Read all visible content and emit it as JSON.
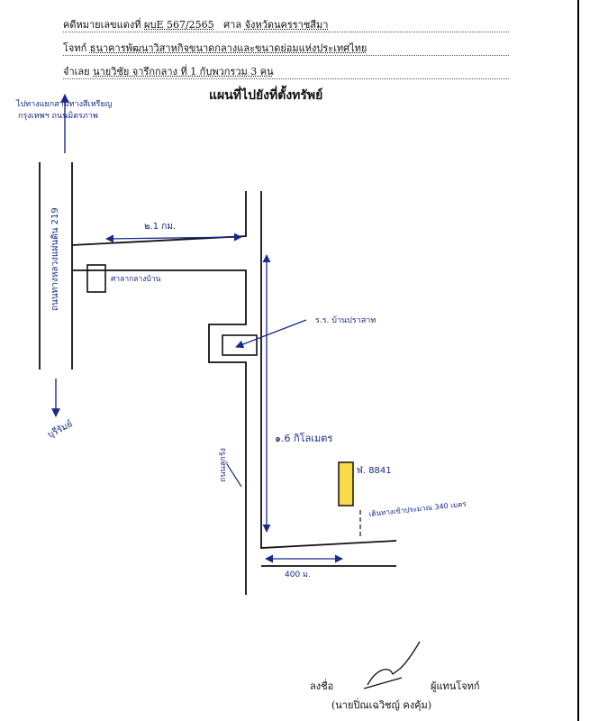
{
  "header": {
    "case_label": "คดีหมายเลขแดงที่",
    "case_no": "ผบE 567/2565",
    "court_label": "ศาล",
    "court": "จังหวัดนครราชสีมา",
    "plaintiff_label": "โจทก์",
    "plaintiff": "ธนาคารพัฒนาวิสาหกิจขนาดกลางและขนาดย่อมแห่งประเทศไทย",
    "defendant_label": "จำเลย",
    "defendant": "นายวิชัย จารึกกลาง ที่ 1 กับพวกรวม 3 คน"
  },
  "title": "แผนที่ไปยังที่ตั้งทรัพย์",
  "map": {
    "label_top_dest": "ไปทางแยกสามทางสีเหรียญ",
    "label_top_dest2": "กรุงเทพฯ ถนนมิตรภาพ",
    "road_main_label": "ถนนทางหลวงแผ่นดิน 219",
    "label_bottom_dest": "บุรีรัมย์",
    "distance_top": "๒.1 กม.",
    "landmark_hall": "ศาลากลางบ้าน",
    "temple": "ร.ร. บ้านปราสาท",
    "road_side_label": "ถนนลูกรัง",
    "distance_side": "๑.6 กิโลเมตร",
    "plot_label": "ฬ. 8841",
    "frontage": "เดินทางเข้าประมาณ 340 เมตร",
    "distance_bottom": "400 ม.",
    "colors": {
      "plot_fill": "#f7d94a",
      "ink": "#1a2a8a"
    }
  },
  "signature": {
    "sign_label": "ลงชื่อ",
    "role": "ผู้แทนโจทก์",
    "name": "(นายปิ่ณเฉวิชญ์ คงคุ้ม)"
  }
}
